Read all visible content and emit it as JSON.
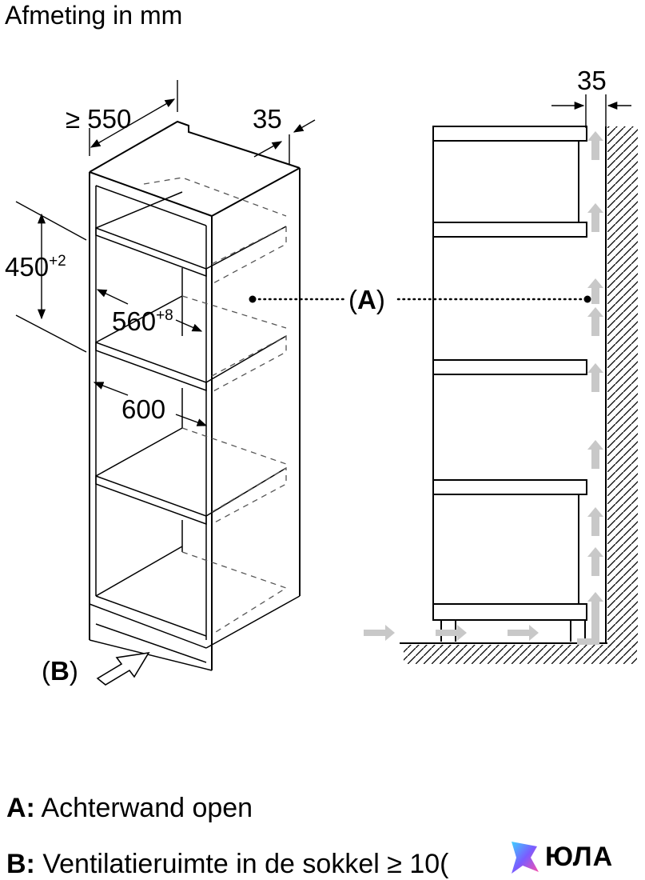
{
  "header": {
    "title": "Afmeting in mm"
  },
  "dimensions": {
    "depth": "≥ 550",
    "rear_gap_left": "35",
    "rear_gap_right": "35",
    "niche_height": "450",
    "niche_height_tol": "+2",
    "niche_width": "560",
    "niche_width_tol": "+8",
    "cabinet_width": "600"
  },
  "markers": {
    "a": "A",
    "b": "B"
  },
  "legend": [
    {
      "key": "A:",
      "text": " Achterwand open"
    },
    {
      "key": "B:",
      "text": " Ventilatieruimte in de sokkel ≥ 10("
    }
  ],
  "logo": {
    "text": "ЮЛА"
  },
  "colors": {
    "line": "#000000",
    "dashed": "#555555",
    "arrow": "#c8c8c8"
  }
}
